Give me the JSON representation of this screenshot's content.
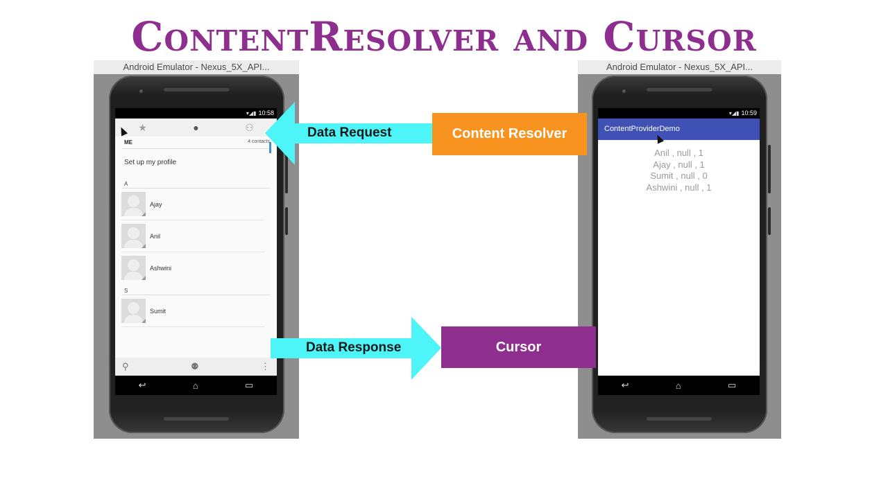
{
  "slide": {
    "title": "ContentResolver and Cursor"
  },
  "left_emulator": {
    "title": "Android Emulator - Nexus_5X_API...",
    "time": "10:58",
    "contacts": {
      "section_me": "ME",
      "count": "4 contacts",
      "profile": "Set up my profile",
      "groups": [
        {
          "letter": "A",
          "names": [
            "Ajay",
            "Anil",
            "Ashwini"
          ]
        },
        {
          "letter": "S",
          "names": [
            "Sumit"
          ]
        }
      ]
    }
  },
  "right_emulator": {
    "title": "Android Emulator - Nexus_5X_API...",
    "time": "10:59",
    "app_title": "ContentProviderDemo",
    "rows": [
      "Anil , null , 1",
      "Ajay , null , 1",
      "Sumit , null , 0",
      "Ashwini , null , 1"
    ]
  },
  "diagram": {
    "request_label": "Data Request",
    "response_label": "Data Response",
    "resolver_label": "Content Resolver",
    "cursor_label": "Cursor",
    "colors": {
      "arrow": "#4df4f8",
      "resolver": "#f7931e",
      "cursor": "#8e2f8f",
      "title": "#8e2f8f"
    }
  }
}
